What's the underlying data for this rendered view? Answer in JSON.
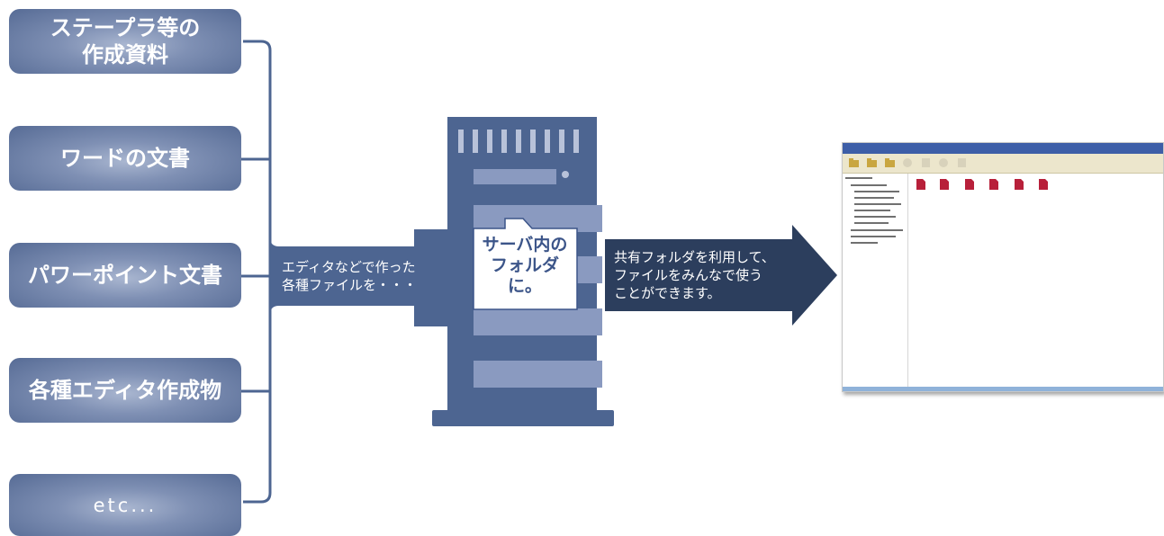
{
  "sources": [
    {
      "id": "staple",
      "label": "ステープラ等の\n作成資料"
    },
    {
      "id": "word",
      "label": "ワードの文書"
    },
    {
      "id": "powerpoint",
      "label": "パワーポイント文書"
    },
    {
      "id": "editor",
      "label": "各種エディタ作成物"
    },
    {
      "id": "etc",
      "label": "etc..."
    }
  ],
  "bracket_caption": "エディタなどで作った\n各種ファイルを・・・",
  "folder_label": "サーバ内の\nフォルダに。",
  "arrow_caption": "共有フォルダを利用して、\nファイルをみんなで使う\nことができます。",
  "colors": {
    "box_center": "#a9b6d0",
    "box_edge": "#566b95",
    "bracket": "#4d6591",
    "server": "#4d6591",
    "server_slot": "#8a9ac0",
    "arrow": "#2c3e5d",
    "folder_text": "#3c5589",
    "app_titlebar": "#3d5ea7",
    "app_toolbar": "#ece6cc",
    "app_file_icon": "#b8203a"
  },
  "icons": {
    "server": "server-tower-icon",
    "folder": "folder-icon",
    "arrow": "right-arrow",
    "app": "file-sharing-app-window"
  }
}
